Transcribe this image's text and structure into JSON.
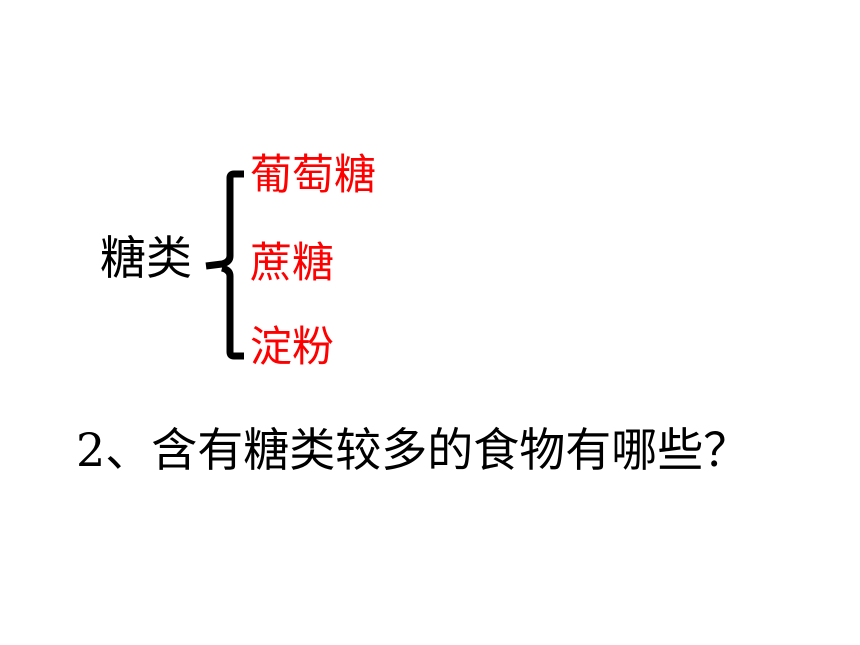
{
  "diagram": {
    "root_label": "糖类",
    "items": [
      "葡萄糖",
      "蔗糖",
      "淀粉"
    ],
    "colors": {
      "root": "#000000",
      "items": "#ff0000",
      "brace": "#000000"
    }
  },
  "question": "2、含有糖类较多的食物有哪些？"
}
